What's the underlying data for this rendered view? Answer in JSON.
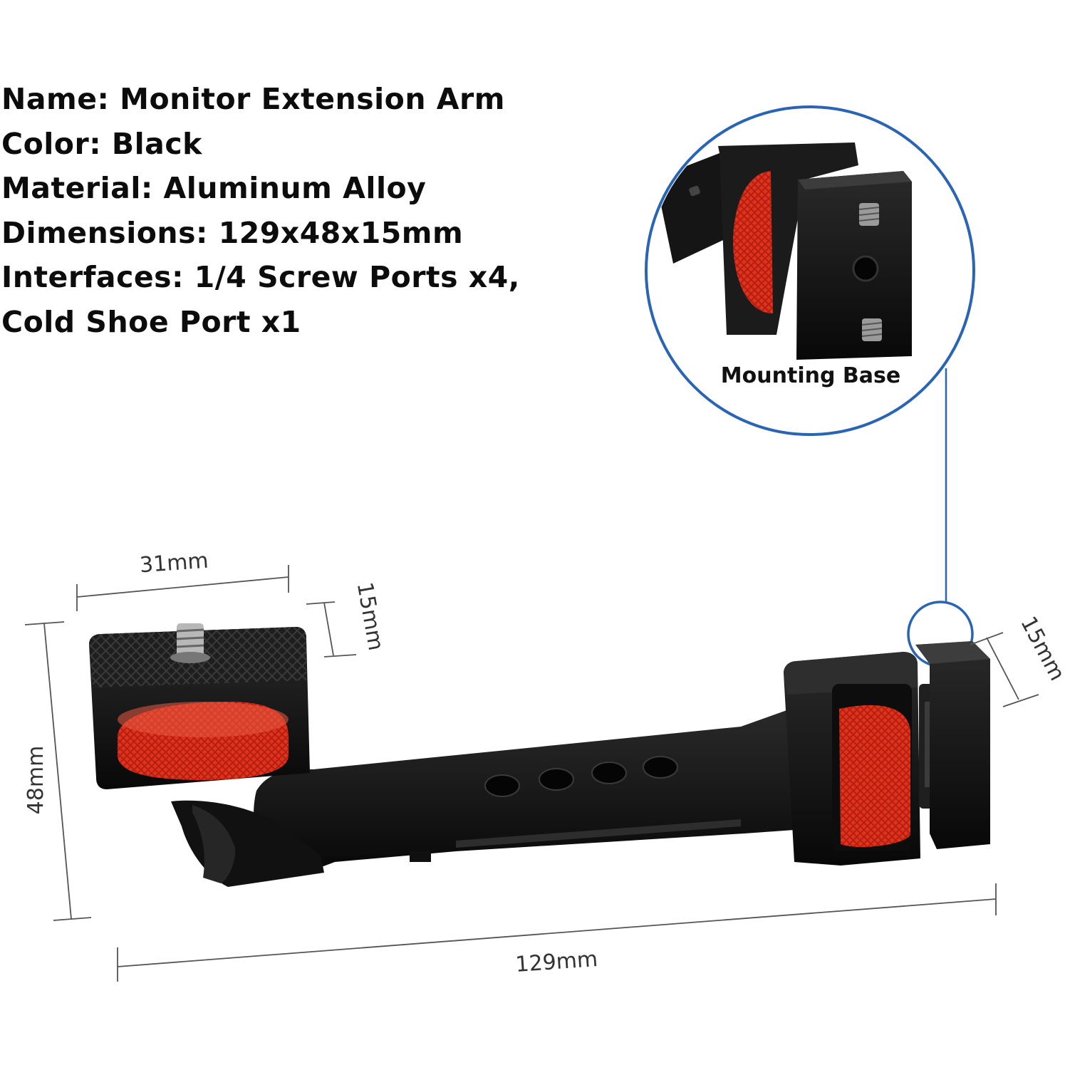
{
  "specs": {
    "lines": [
      "Name: Monitor Extension Arm",
      "Color: Black",
      "Material: Aluminum Alloy",
      "Dimensions: 129x48x15mm",
      "Interfaces: 1/4 Screw Ports x4,",
      "Cold Shoe Port x1"
    ]
  },
  "callout": {
    "label": "Mounting Base"
  },
  "dimensions": {
    "width_top": "31mm",
    "height_left": "48mm",
    "depth_left": "15mm",
    "depth_right": "15mm",
    "length_bottom": "129mm"
  },
  "colors": {
    "body": "#141414",
    "knob": "#e0321e",
    "callout_ring": "#2a64b4",
    "dimension_line": "#555555"
  },
  "icons": [
    "knurled-knob-icon",
    "screw-icon",
    "cold-shoe-icon"
  ]
}
